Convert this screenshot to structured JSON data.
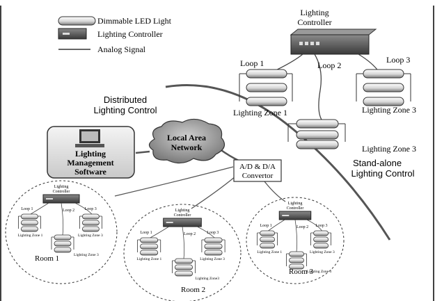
{
  "legend": {
    "led": "Dimmable LED Light",
    "controller": "Lighting Controller",
    "signal": "Analog Signal"
  },
  "standalone": {
    "controller_line1": "Lighting",
    "controller_line2": "Controller",
    "loop1": "Loop 1",
    "loop2": "Loop 2",
    "loop3": "Loop 3",
    "zone1": "Lighting Zone 1",
    "zone3a": "Lighting Zone 3",
    "zone3b": "Lighting Zone 3",
    "section_line1": "Stand-alone",
    "section_line2": "Lighting Control"
  },
  "distributed": {
    "section_line1": "Distributed",
    "section_line2": "Lighting Control",
    "software_line1": "Lighting",
    "software_line2": "Management",
    "software_line3": "Software",
    "lan_line1": "Local Area",
    "lan_line2": "Network",
    "convertor_line1": "A/D & D/A",
    "convertor_line2": "Convertor"
  },
  "rooms": [
    {
      "title": "Room 1",
      "ctrl1": "Lighting",
      "ctrl2": "Controller",
      "loop1": "Loop 1",
      "loop2": "Loop 2",
      "loop3": "Loop 3",
      "zone1": "Lighting Zone 1",
      "zone3": "Lighting Zone 3",
      "zone_bottom": "Lighting Zone 3"
    },
    {
      "title": "Room 2",
      "ctrl1": "Lighting",
      "ctrl2": "Controller",
      "loop1": "Loop 1",
      "loop2": "Loop 2",
      "loop3": "Loop 3",
      "zone1": "Lighting Zone 1",
      "zone3": "Lighting Zone 3",
      "zone_bottom": "Lighting Zone3"
    },
    {
      "title": "Room 3",
      "ctrl1": "Lighting",
      "ctrl2": "Controller",
      "loop1": "Loop 1",
      "loop2": "Loop 2",
      "loop3": "Loop 3",
      "zone1": "Lighting Zone 1",
      "zone3": "Lighting Zone 3",
      "zone_bottom": "Lighting Zone 3"
    }
  ]
}
